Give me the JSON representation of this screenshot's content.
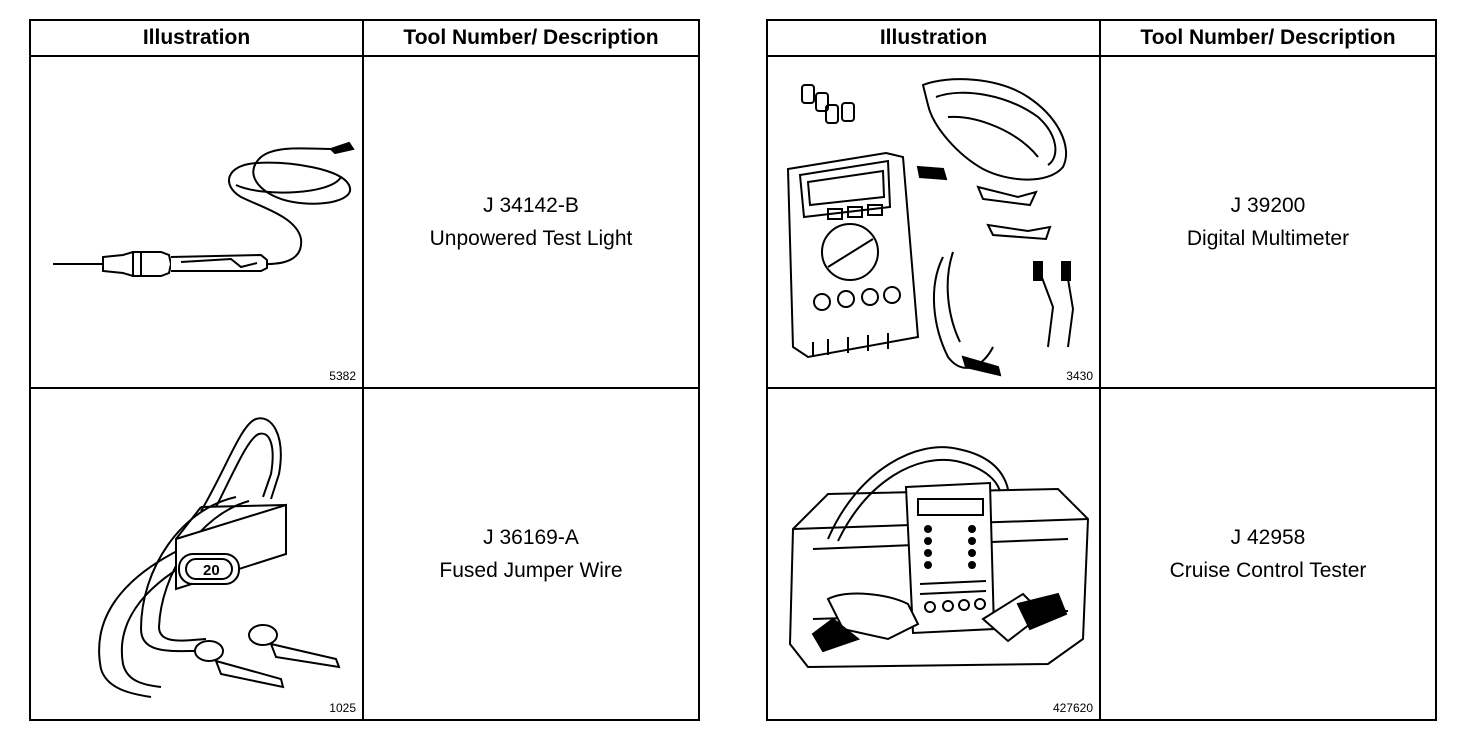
{
  "headers": {
    "illustration": "Illustration",
    "tool_desc": "Tool Number/ Description"
  },
  "tools": [
    {
      "number": "J 34142-B",
      "description": "Unpowered Test Light",
      "figure": "5382",
      "icon": "test-light-icon"
    },
    {
      "number": "J 36169-A",
      "description": "Fused Jumper Wire",
      "figure": "1025",
      "fuse_label": "20",
      "icon": "fused-jumper-wire-icon"
    },
    {
      "number": "J 39200",
      "description": "Digital Multimeter",
      "figure": "3430",
      "icon": "digital-multimeter-icon"
    },
    {
      "number": "J 42958",
      "description": "Cruise Control Tester",
      "figure": "427620",
      "icon": "cruise-control-tester-icon"
    }
  ]
}
